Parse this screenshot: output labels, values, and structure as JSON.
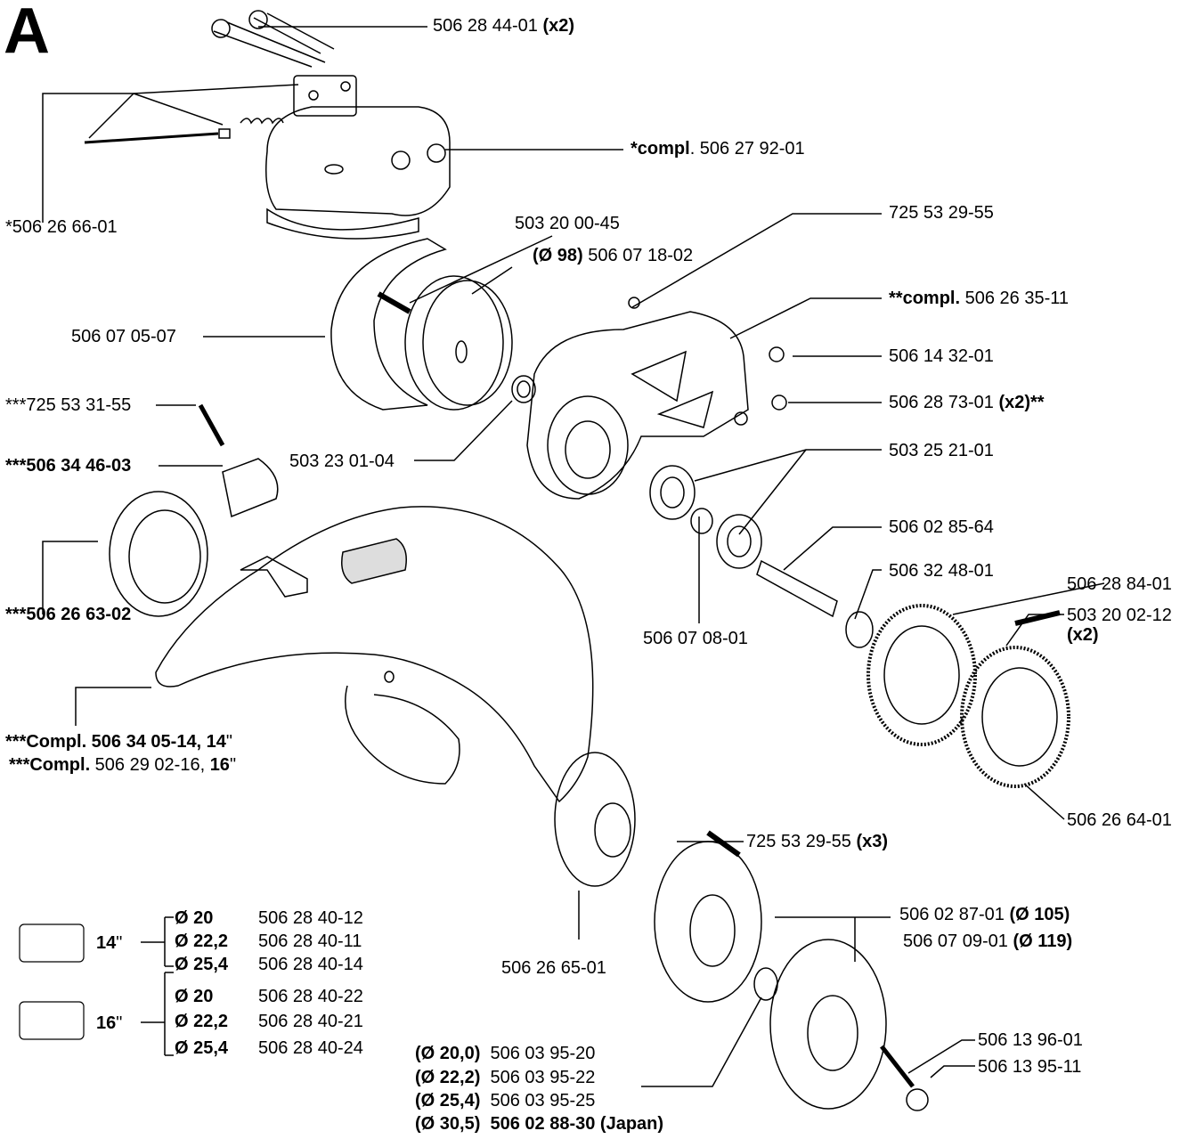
{
  "title": "A",
  "labels": {
    "l1": {
      "a": "506 28 44-01 ",
      "b": "(x2)"
    },
    "l2": {
      "a": "*compl",
      "b": ". 506 27 92-01"
    },
    "l3": "*506 26 66-01",
    "l4": "503 20 00-45",
    "l5": {
      "a": "(Ø 98)",
      "b": " 506 07 18-02"
    },
    "l6": "725 53 29-55",
    "l7": {
      "a": "**compl.",
      "b": " 506 26 35-11"
    },
    "l8": "506 07 05-07",
    "l9": "506 14 32-01",
    "l10": {
      "a": "506 28 73-01 ",
      "b": "(x2)**"
    },
    "l11": "***725 53 31-55",
    "l12": "***506 34 46-03",
    "l13": "503 23 01-04",
    "l14": "503 25 21-01",
    "l15": "506 02 85-64",
    "l16": "506 32 48-01",
    "l17": "506 28 84-01",
    "l18": "503 20 02-12",
    "l18b": "(x2)",
    "l19": "***506 26 63-02",
    "l20": "506 07 08-01",
    "l21": {
      "a": "***Compl. 506 34 05-14, 14",
      "b": "\""
    },
    "l22": {
      "a": "***Compl.",
      "b": " 506 29 02-16, ",
      "c": "16",
      "d": "\""
    },
    "l23": "506 26 64-01",
    "l24": {
      "a": "725 53 29-55 ",
      "b": "(x3)"
    },
    "l25": {
      "a": "506 02 87-01 ",
      "b": "(Ø 105)"
    },
    "l26": {
      "a": "506 07 09-01 ",
      "b": "(Ø 119)"
    },
    "l27": "506 26 65-01",
    "l28": "506 13 96-01",
    "l29": "506 13 95-11"
  },
  "spindle": [
    {
      "dia": "(Ø 20,0)",
      "part": "506 03 95-20"
    },
    {
      "dia": "(Ø 22,2)",
      "part": "506 03 95-22"
    },
    {
      "dia": "(Ø 25,4)",
      "part": "506 03 95-25"
    },
    {
      "dia": "(Ø 30,5)",
      "part": "506 02 88-30 (Japan)"
    }
  ],
  "bushings": [
    {
      "size": "14",
      "unit": "\"",
      "rows": [
        {
          "dia": "Ø 20",
          "part": "506 28 40-12"
        },
        {
          "dia": "Ø 22,2",
          "part": "506 28 40-11"
        },
        {
          "dia": "Ø 25,4",
          "part": "506 28 40-14"
        }
      ]
    },
    {
      "size": "16",
      "unit": "\"",
      "rows": [
        {
          "dia": "Ø 20",
          "part": "506 28 40-22"
        },
        {
          "dia": "Ø 22,2",
          "part": "506 28 40-21"
        },
        {
          "dia": "Ø 25,4",
          "part": "506 28 40-24"
        }
      ]
    }
  ]
}
